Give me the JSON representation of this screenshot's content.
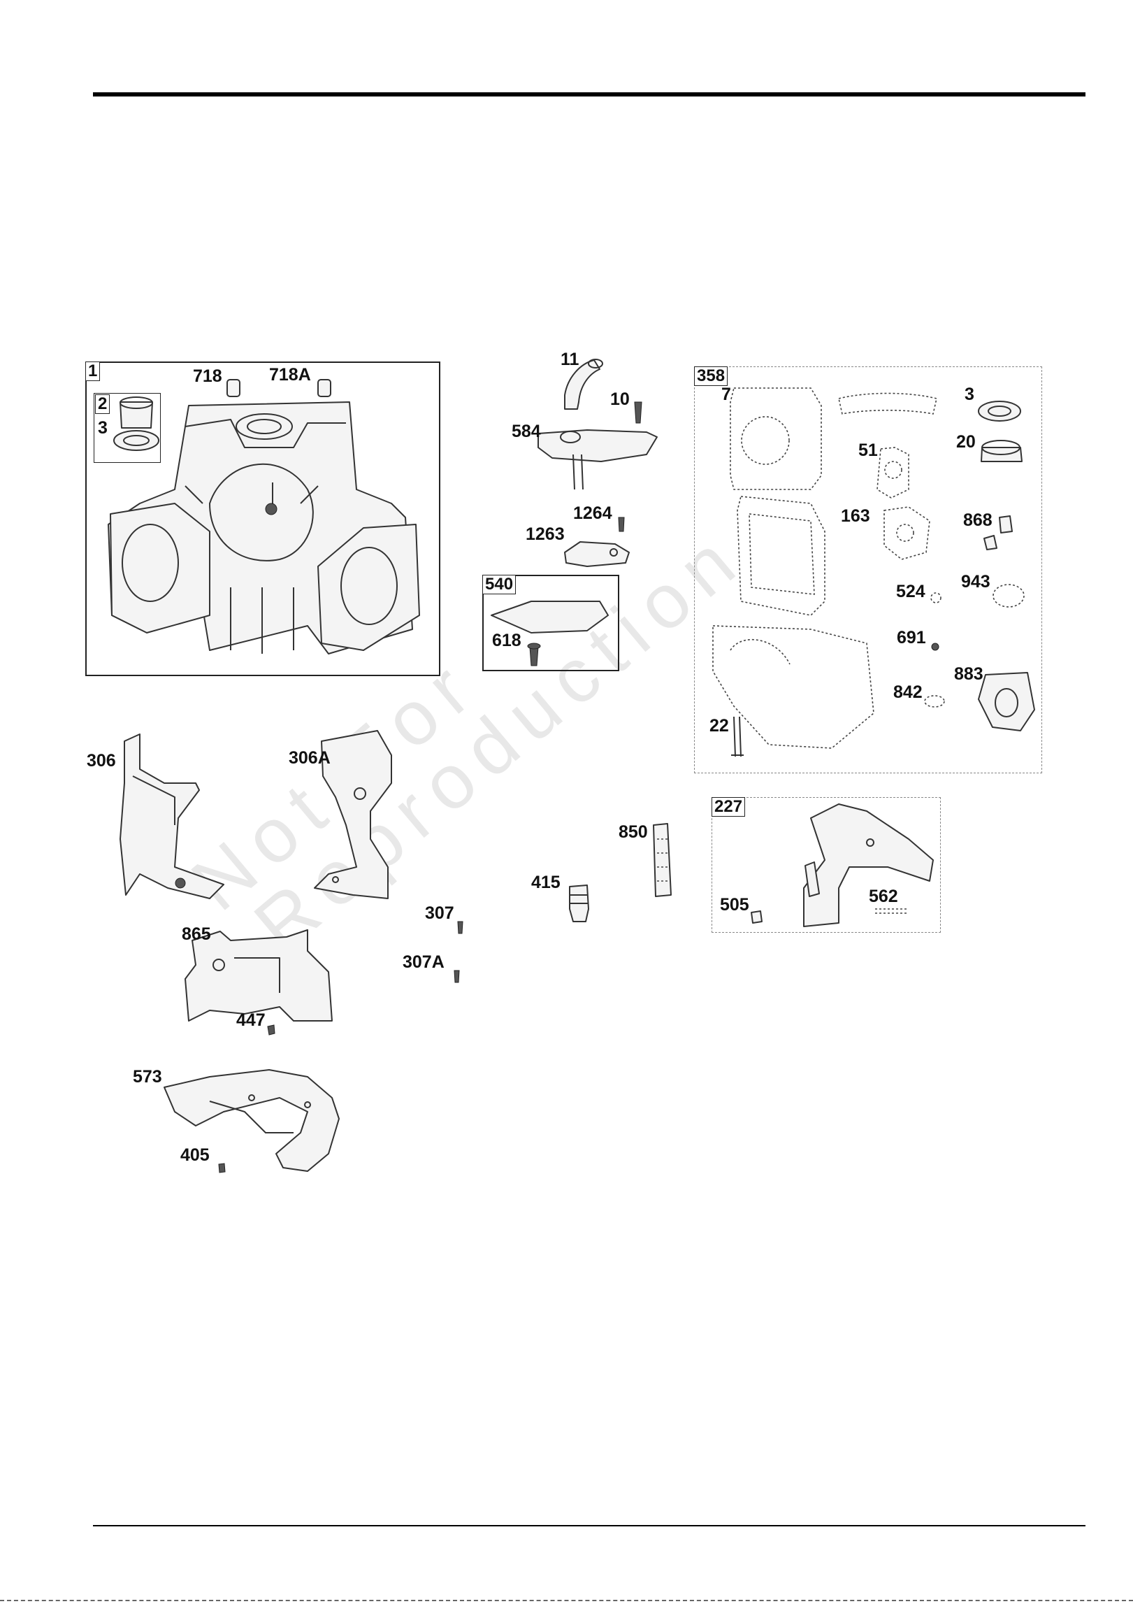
{
  "watermark": {
    "line1": "Not For",
    "line2": "Reproduction"
  },
  "groups": {
    "g1": "1",
    "g540": "540",
    "g358": "358",
    "g227": "227",
    "g2": "2"
  },
  "labels": {
    "l718": "718",
    "l718A": "718A",
    "l3a": "3",
    "l11": "11",
    "l10": "10",
    "l584": "584",
    "l1264": "1264",
    "l1263": "1263",
    "l618": "618",
    "l7": "7",
    "l3b": "3",
    "l51": "51",
    "l20": "20",
    "l163": "163",
    "l868": "868",
    "l524": "524",
    "l943": "943",
    "l691": "691",
    "l883": "883",
    "l842": "842",
    "l22": "22",
    "l306": "306",
    "l306A": "306A",
    "l307": "307",
    "l307A": "307A",
    "l865": "865",
    "l447": "447",
    "l573": "573",
    "l405": "405",
    "l850": "850",
    "l415": "415",
    "l505": "505",
    "l562": "562"
  }
}
